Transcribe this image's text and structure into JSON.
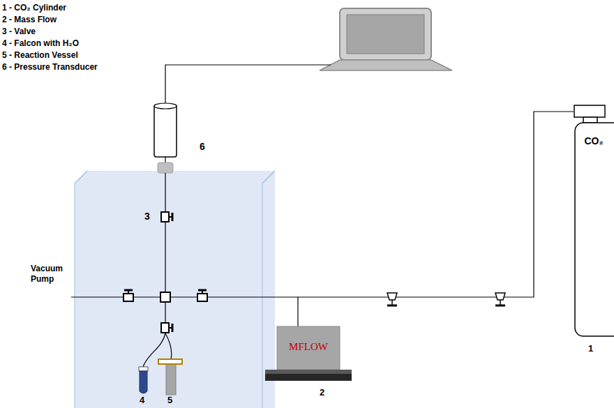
{
  "diagram": {
    "nodes": [
      {
        "text": [
          "CO₂"
        ]
      },
      {
        "text": [
          "MFLOW"
        ]
      }
    ],
    "edges": [
      {
        "from": 0,
        "to": 1,
        "arrow": "none"
      }
    ],
    "labels": [
      "1 - CO₂ Cylinder",
      "2 - Mass Flow",
      "3 - Valve",
      "4 - Falcon with H₂O",
      "5 - Reaction Vessel",
      "6 - Pressure Transducer",
      "6",
      "3",
      "Vacuum Pump",
      "4",
      "5",
      "2",
      "1"
    ]
  }
}
